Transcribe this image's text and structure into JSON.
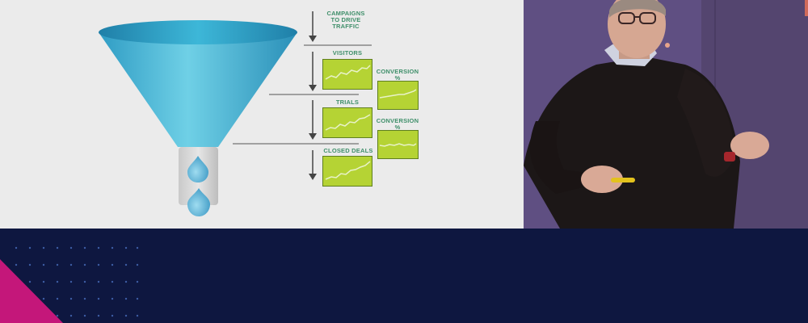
{
  "slide": {
    "labels": {
      "campaigns": "CAMPAIGNS TO DRIVE TRAFFIC",
      "visitors": "VISITORS",
      "trials": "TRIALS",
      "closed_deals": "CLOSED DEALS",
      "conversion_1": "CONVERSION %",
      "conversion_2": "CONVERSION %"
    }
  },
  "colors": {
    "slide_bg": "#ebebeb",
    "funnel": "#4fb6d4",
    "chart_fill": "#b5d334",
    "label_green": "#3f8f6a",
    "footer_bg": "#0e1740",
    "accent_magenta": "#c4177a"
  }
}
